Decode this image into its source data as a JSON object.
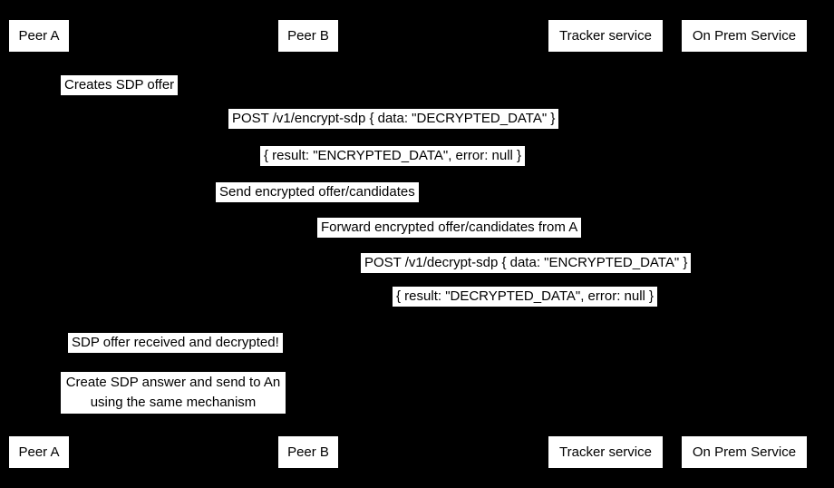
{
  "diagram": {
    "type": "sequence-diagram",
    "background_color": "#000000",
    "box_fill_color": "#ffffff",
    "text_color": "#000000",
    "actors": [
      {
        "label": "Peer A"
      },
      {
        "label": "Peer B"
      },
      {
        "label": "Tracker service"
      },
      {
        "label": "On Prem Service"
      }
    ],
    "messages": [
      {
        "text": "Creates SDP offer"
      },
      {
        "text": "POST /v1/encrypt-sdp { data: \"DECRYPTED_DATA\" }"
      },
      {
        "text": "{ result: \"ENCRYPTED_DATA\", error: null }"
      },
      {
        "text": "Send encrypted offer/candidates"
      },
      {
        "text": "Forward encrypted offer/candidates from A"
      },
      {
        "text": "POST /v1/decrypt-sdp { data: \"ENCRYPTED_DATA\" }"
      },
      {
        "text": "{ result: \"DECRYPTED_DATA\", error: null }"
      },
      {
        "text": "SDP offer received and decrypted!"
      }
    ],
    "note": {
      "line1": "Create SDP answer and send to An",
      "line2": "using the same mechanism"
    }
  }
}
